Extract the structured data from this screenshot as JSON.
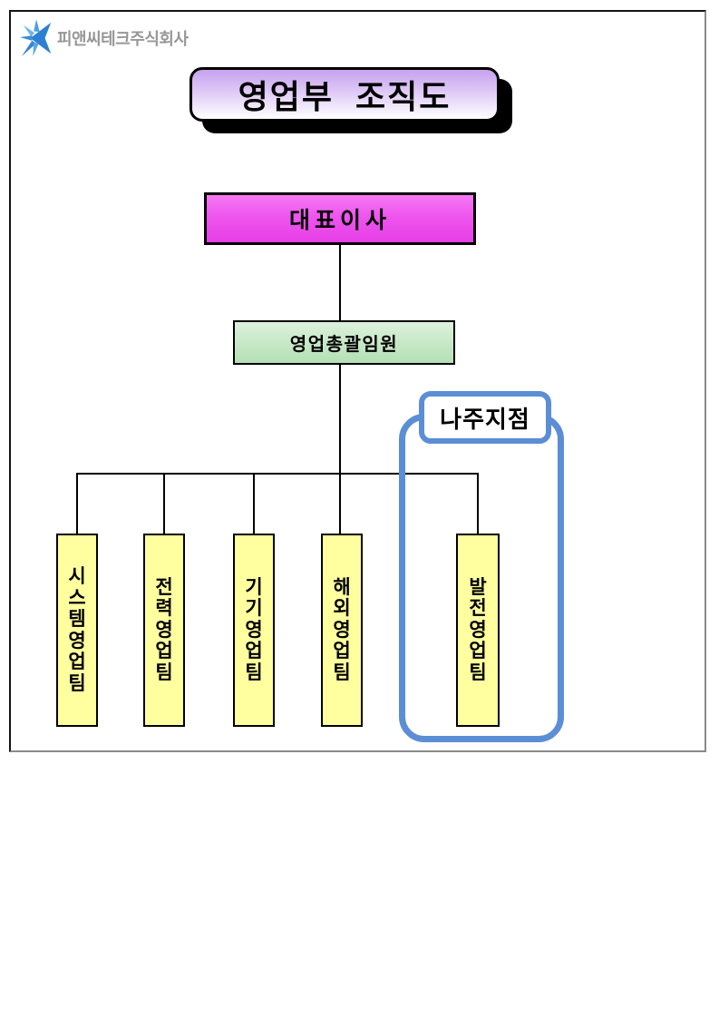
{
  "page": {
    "logo": {
      "company_name": "피앤씨테크주식회사",
      "icon": "starburst-icon",
      "icon_color": "#2d7fd2",
      "text_color": "#979797"
    },
    "title": "영업부 조직도",
    "title_fill_top": "#c7a2ef",
    "title_fill_bottom": "#fbfaff"
  },
  "org_chart": {
    "type": "org-tree-diagram",
    "root": {
      "name": "대표이사",
      "fill": "#ee55ee"
    },
    "executive": {
      "name": "영업총괄임원",
      "fill": "#c8e8c8"
    },
    "branch_group": {
      "name": "나주지점",
      "outline_color": "#5b8ed5",
      "contains": [
        "발전영업팀"
      ]
    },
    "teams": [
      {
        "name": "시스템영업팀"
      },
      {
        "name": "전력영업팀"
      },
      {
        "name": "기기영업팀"
      },
      {
        "name": "해외영업팀"
      },
      {
        "name": "발전영업팀"
      }
    ],
    "team_fill": "#ffffa0",
    "connector_color": "#000000"
  }
}
